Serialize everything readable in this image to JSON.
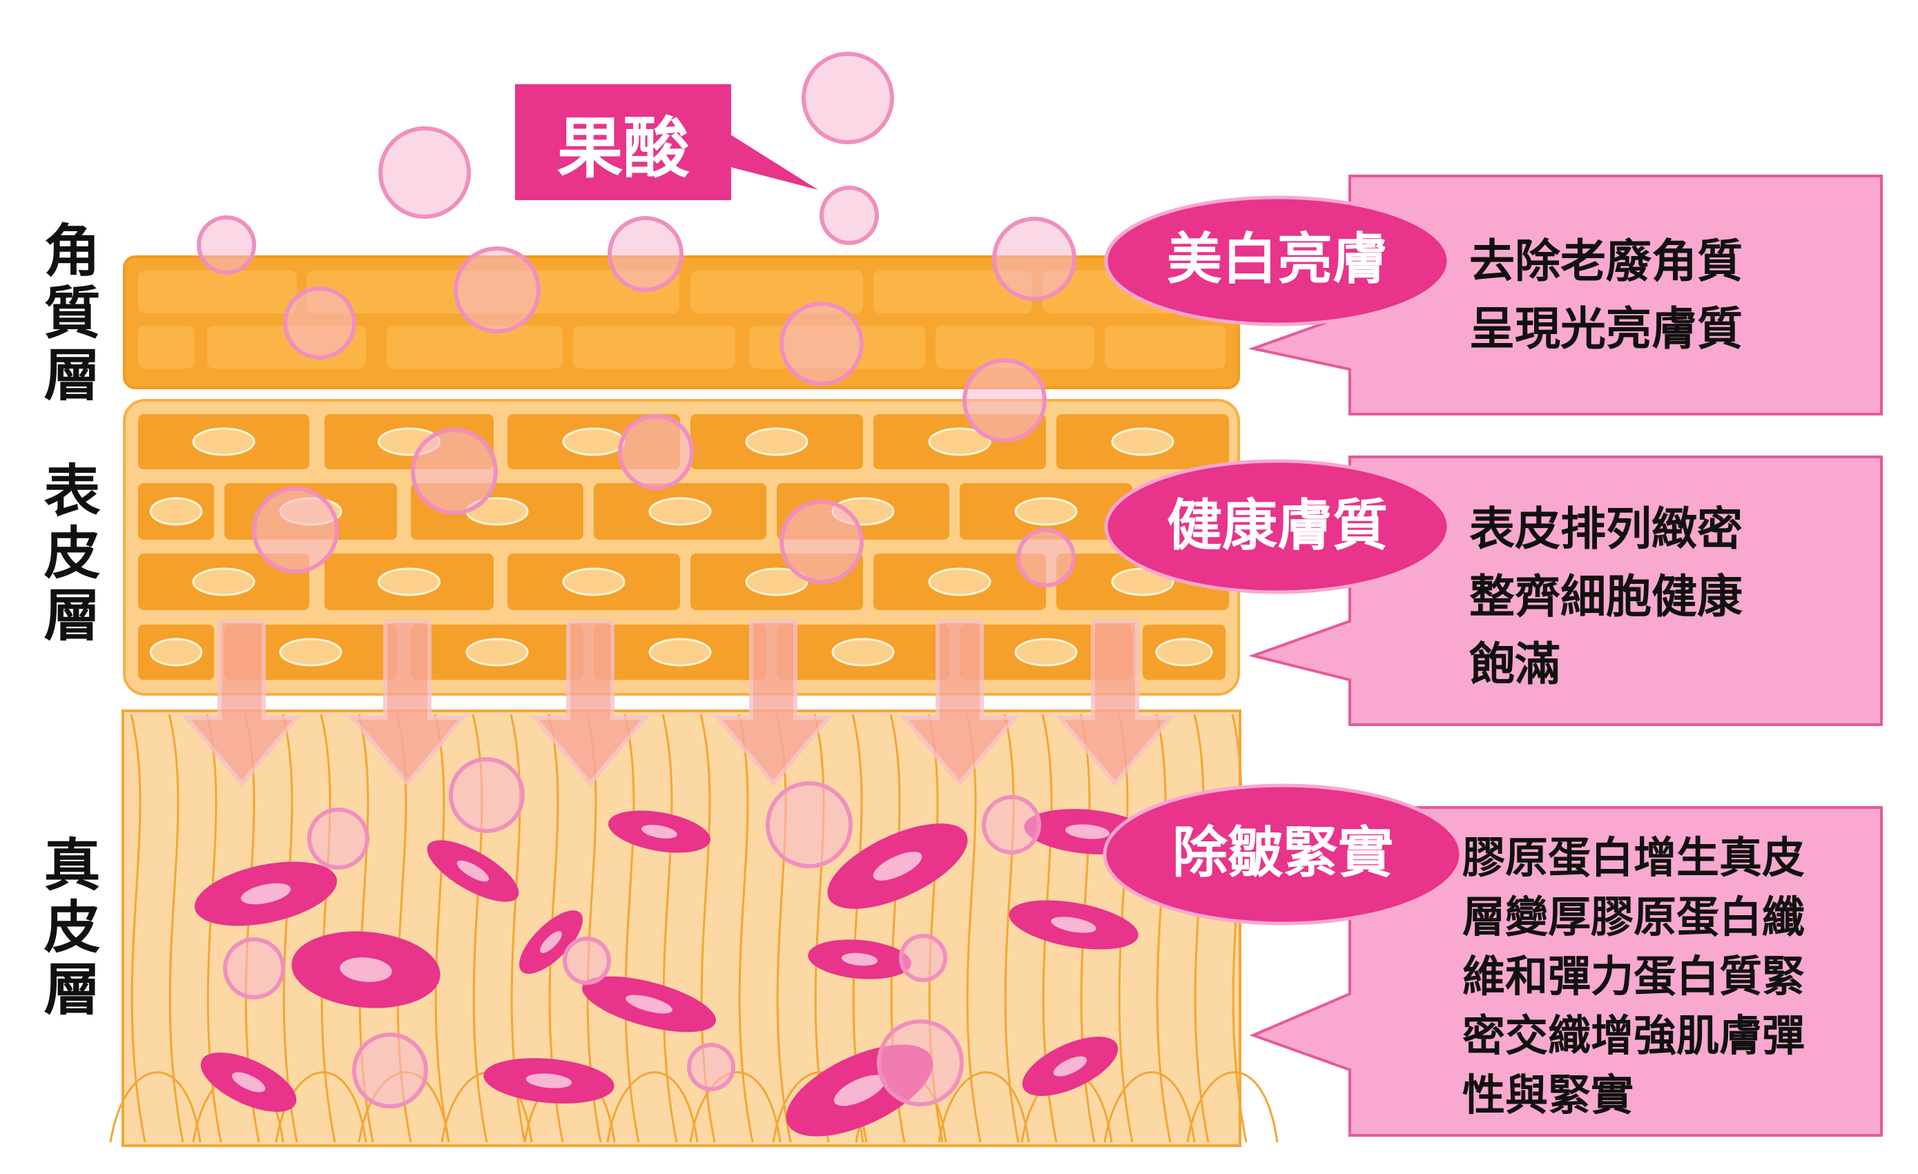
{
  "acid_label": "果酸",
  "layer_labels": {
    "stratum_corneum": "角質層",
    "epidermis": "表皮層",
    "dermis": "真皮層"
  },
  "benefits": [
    {
      "title": "美白亮膚",
      "description": "去除老廢角質\n呈現光亮膚質"
    },
    {
      "title": "健康膚質",
      "description": "表皮排列緻密\n整齊細胞健康\n飽滿"
    },
    {
      "title": "除皺緊實",
      "description": "膠原蛋白增生真皮\n層變厚膠原蛋白纖\n維和彈力蛋白質緊\n密交織增強肌膚彈\n性與緊實"
    }
  ],
  "colors": {
    "accent_pink": "#e8348b",
    "callout_pink": "#f9a8d0",
    "callout_border": "#e55a9a",
    "corneum_orange": "#f7a72f",
    "corneum_cell": "#fbb74a",
    "epidermis_bg": "#fcd08a",
    "epidermis_cell": "#f5a02a",
    "dermis_bg": "#fcd9a4",
    "dermis_fiber": "#f3a637",
    "bubble": "#f7b8d2",
    "bubble_border": "#f08fbd",
    "cell_pink": "#e8348b",
    "nucleus": "#f8b6d3"
  }
}
